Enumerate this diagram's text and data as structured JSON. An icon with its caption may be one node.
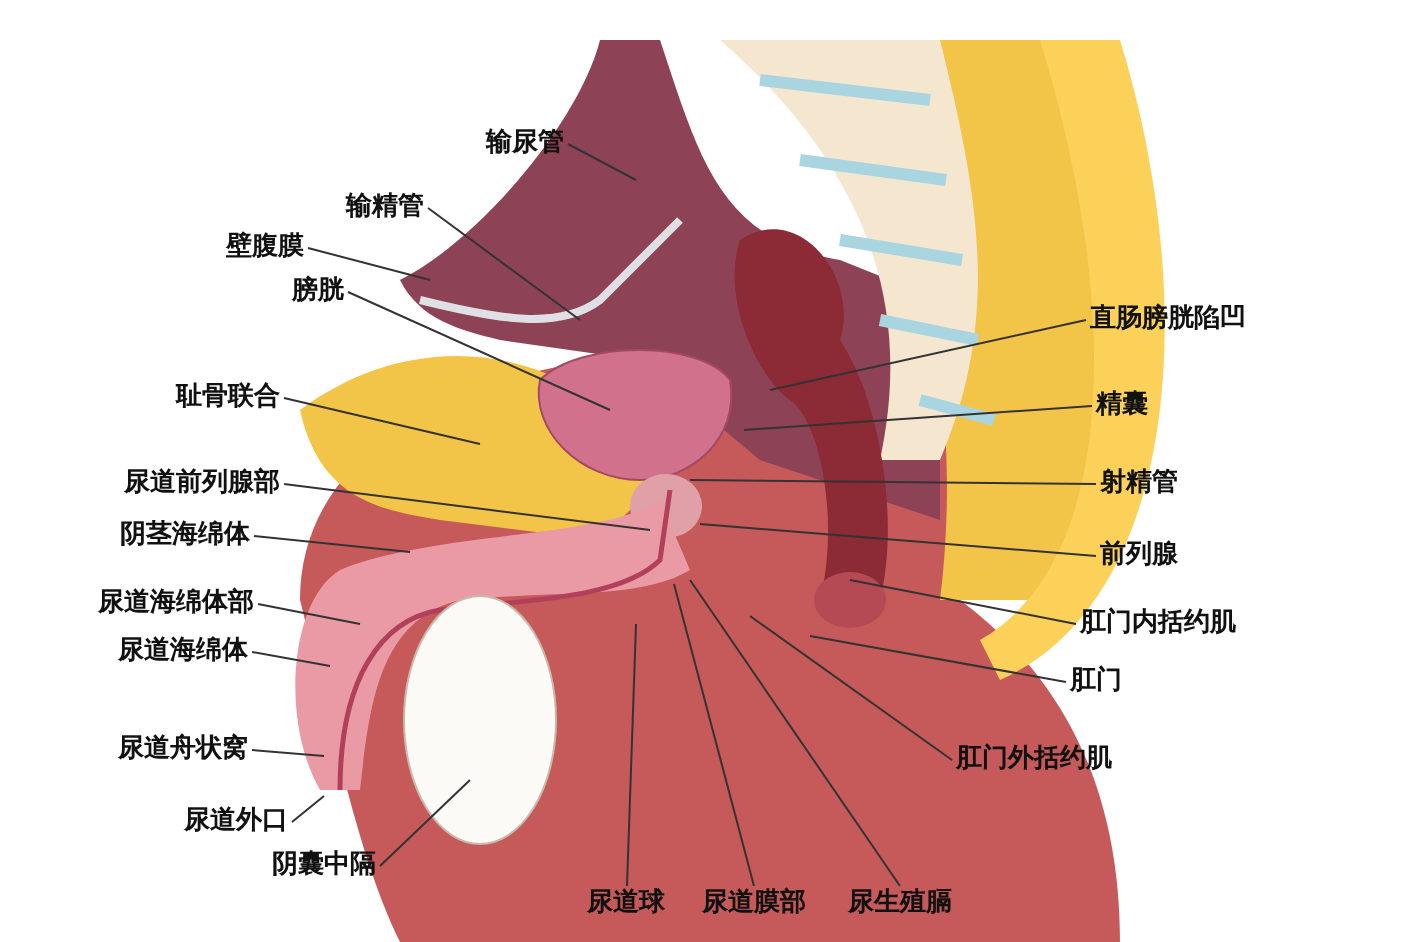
{
  "diagram": {
    "nodes": [
      {
        "text": [
          "输尿管"
        ]
      },
      {
        "text": [
          "输精管"
        ]
      },
      {
        "text": [
          "壁腹膜"
        ]
      },
      {
        "text": [
          "膀胱"
        ]
      },
      {
        "text": [
          "耻骨联合"
        ]
      },
      {
        "text": [
          "尿道前列腺部"
        ]
      },
      {
        "text": [
          "阴茎海绵体"
        ]
      },
      {
        "text": [
          "尿道海绵体部"
        ]
      },
      {
        "text": [
          "尿道海绵体"
        ]
      },
      {
        "text": [
          "尿道舟状窝"
        ]
      },
      {
        "text": [
          "尿道外口"
        ]
      },
      {
        "text": [
          "阴囊中隔"
        ]
      },
      {
        "text": [
          "尿道球"
        ]
      },
      {
        "text": [
          "尿道膜部"
        ]
      },
      {
        "text": [
          "尿生殖膈"
        ]
      },
      {
        "text": [
          "直肠膀胱陷凹"
        ]
      },
      {
        "text": [
          "精囊"
        ]
      },
      {
        "text": [
          "射精管"
        ]
      },
      {
        "text": [
          "前列腺"
        ]
      },
      {
        "text": [
          "肛门内括约肌"
        ]
      },
      {
        "text": [
          "肛门"
        ]
      },
      {
        "text": [
          "肛门外括约肌"
        ]
      }
    ],
    "edges": [
      {
        "from": 0,
        "to": null,
        "arrow": "none"
      },
      {
        "from": 1,
        "to": null,
        "arrow": "none"
      },
      {
        "from": 2,
        "to": null,
        "arrow": "none"
      },
      {
        "from": 3,
        "to": null,
        "arrow": "none"
      },
      {
        "from": 4,
        "to": null,
        "arrow": "none"
      },
      {
        "from": 5,
        "to": null,
        "arrow": "none"
      },
      {
        "from": 6,
        "to": null,
        "arrow": "none"
      },
      {
        "from": 7,
        "to": null,
        "arrow": "none"
      },
      {
        "from": 8,
        "to": null,
        "arrow": "none"
      },
      {
        "from": 9,
        "to": null,
        "arrow": "none"
      },
      {
        "from": 10,
        "to": null,
        "arrow": "none"
      },
      {
        "from": 11,
        "to": null,
        "arrow": "none"
      },
      {
        "from": 12,
        "to": null,
        "arrow": "none"
      },
      {
        "from": 13,
        "to": null,
        "arrow": "none"
      },
      {
        "from": 14,
        "to": null,
        "arrow": "none"
      },
      {
        "from": 15,
        "to": null,
        "arrow": "none"
      },
      {
        "from": 16,
        "to": null,
        "arrow": "none"
      },
      {
        "from": 17,
        "to": null,
        "arrow": "none"
      },
      {
        "from": 18,
        "to": null,
        "arrow": "none"
      },
      {
        "from": 19,
        "to": null,
        "arrow": "none"
      },
      {
        "from": 20,
        "to": null,
        "arrow": "none"
      },
      {
        "from": 21,
        "to": null,
        "arrow": "none"
      }
    ]
  }
}
